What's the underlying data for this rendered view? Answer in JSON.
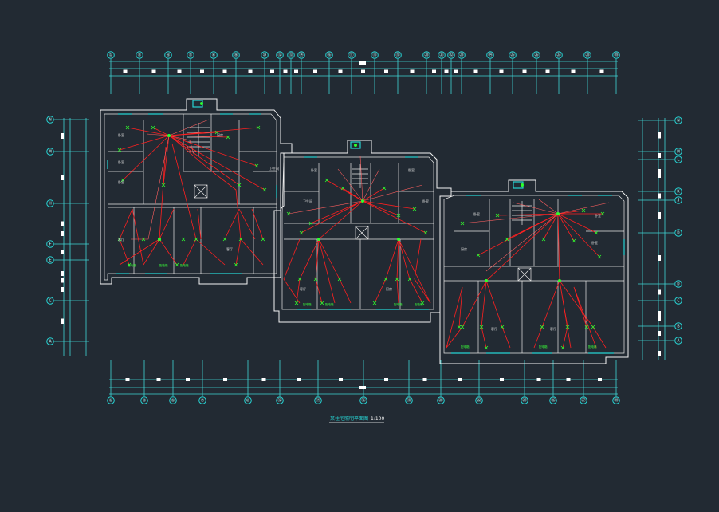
{
  "drawing": {
    "top_axes": [
      "①",
      "②",
      "④",
      "⑤",
      "⑥",
      "⑨",
      "⑩",
      "⑫",
      "⑬",
      "⑭",
      "⑯",
      "⑰",
      "⑱",
      "⑲",
      "⑳",
      "㉑",
      "㉒",
      "㉓",
      "㉔",
      "㉕",
      "㉖",
      "㉗",
      "㉘",
      "㉙"
    ],
    "bottom_axes": [
      "①",
      "③",
      "⑤",
      "⑦",
      "⑩",
      "⑫",
      "⑭",
      "⑯",
      "⑱",
      "⑳",
      "㉒",
      "㉔",
      "㉖",
      "㉗",
      "㉙"
    ],
    "left_axes": [
      "N",
      "M",
      "H",
      "F",
      "E",
      "C",
      "A"
    ],
    "right_axes": [
      "N",
      "M",
      "L",
      "K",
      "J",
      "D",
      "D",
      "C",
      "B",
      "A"
    ],
    "room_labels": [
      "卧室",
      "卧室",
      "卧室",
      "厨房",
      "卫生间",
      "客厅",
      "客厅",
      "卧室",
      "客厅",
      "卧室",
      "卧室",
      "卫生间",
      "厨房",
      "卧室",
      "厨房",
      "卧室",
      "客厅",
      "卧室",
      "客厅"
    ],
    "green_labels": [
      "配电箱",
      "配电箱",
      "配电箱",
      "配电箱",
      "配电箱",
      "配电箱",
      "配电箱",
      "配电箱",
      "配电箱",
      "配电箱"
    ],
    "title": "某住宅照明平面图",
    "scale": "1:100"
  },
  "colors": {
    "background": "#222a33",
    "axis": "#27d3d3",
    "wall": "#f4f4f4",
    "wire": "#ff2020",
    "fixture": "#2dff2d"
  }
}
